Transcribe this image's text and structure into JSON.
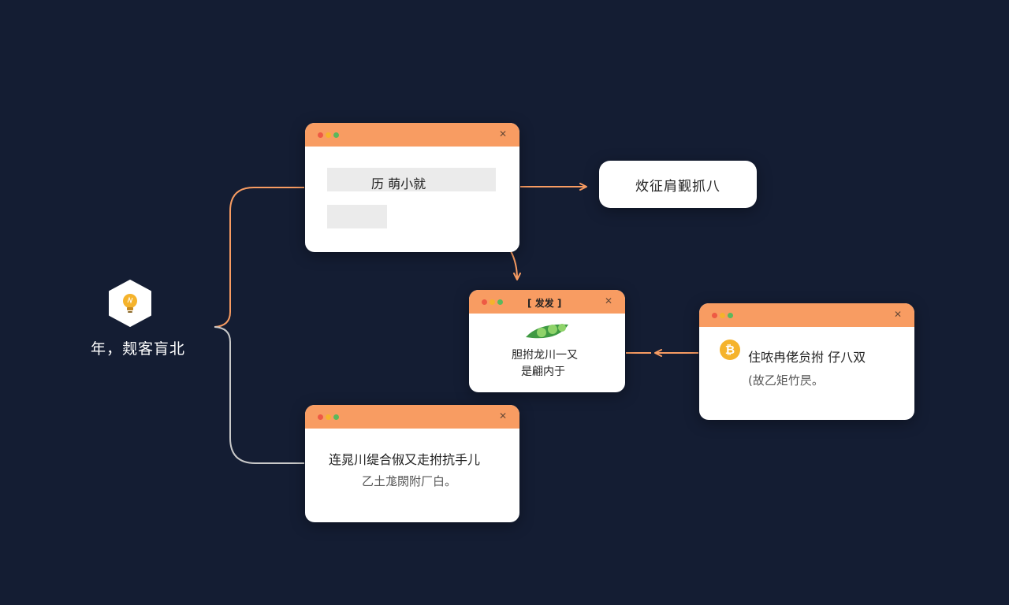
{
  "colors": {
    "background": "#141d33",
    "accent": "#f89c62",
    "connector_left": "#c9c9c9",
    "dot_red": "#ee5a44",
    "dot_yellow": "#f5b32c",
    "dot_green": "#5bb85c",
    "coin": "#f5b32c"
  },
  "root": {
    "icon": "lightbulb-icon",
    "label": "年，觌客肓北"
  },
  "windows": {
    "top": {
      "title": "",
      "line1": "历 萌小就"
    },
    "middle": {
      "title": "[ 发发 ]",
      "icon": "peapod-icon",
      "line1": "胆拊龙川一又",
      "line2": "是翩内于"
    },
    "right": {
      "title": "",
      "icon": "coin-icon",
      "coin_symbol": "₿",
      "line1": "住哝冉佬贠拊 仔八双",
      "line2": "(故乙矩竹昃。"
    },
    "bottom": {
      "title": "",
      "line1": "连晁川缇合俶又走拊抗手儿",
      "line2": "乙土尨閖附厂白。"
    }
  },
  "pill": {
    "label": "炇征肩觐抓八"
  }
}
